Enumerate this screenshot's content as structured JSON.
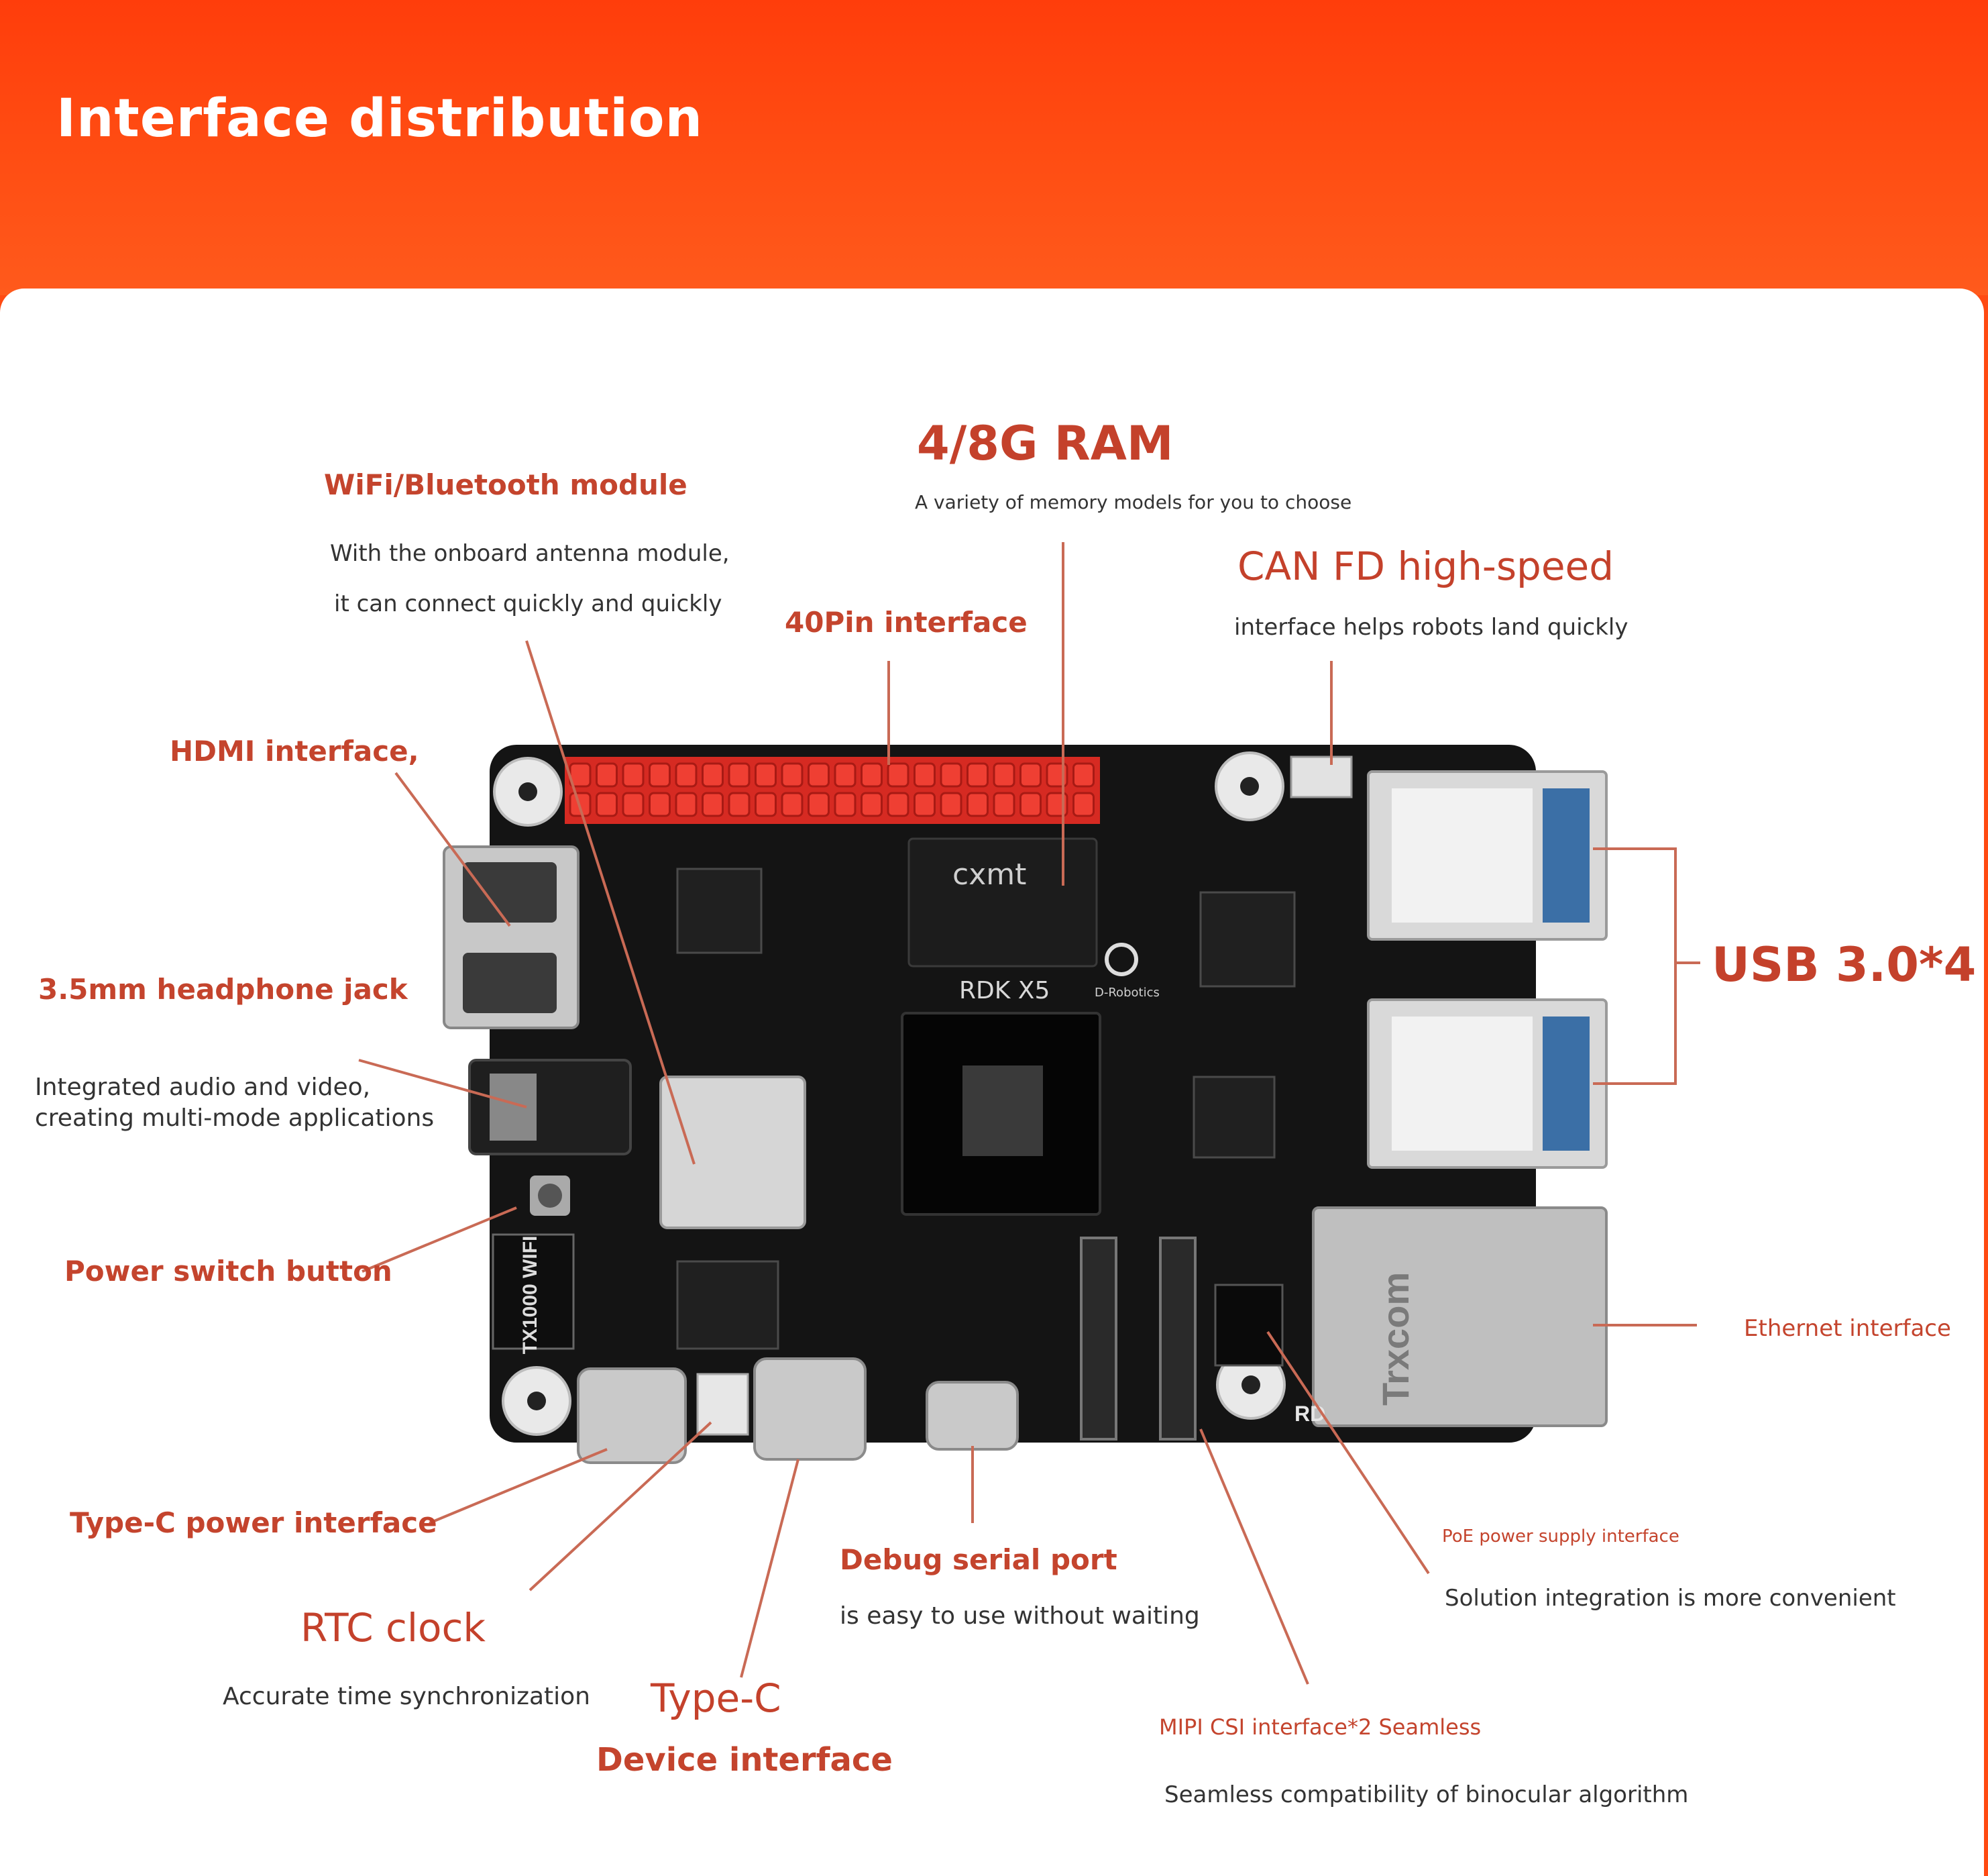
{
  "header": {
    "title": "Interface distribution"
  },
  "board": {
    "chip_brand": "cxmt",
    "board_name": "RDK X5",
    "logo_text": "D-Robotics",
    "wifi_label": "TX1000\nWIFI",
    "rj45_brand": "Trxcom",
    "corner_text": "RD"
  },
  "labels": {
    "ram_title": "4/8G RAM",
    "ram_desc": "A variety of memory models for you to choose",
    "wifi_title": "WiFi/Bluetooth module",
    "wifi_desc1": "With the onboard antenna module,",
    "wifi_desc2": "it can connect quickly and quickly",
    "pin40_title": "40Pin interface",
    "can_title": "CAN FD high-speed",
    "can_desc": "interface helps robots land quickly",
    "hdmi_title": "HDMI interface,",
    "audio_title": "3.5mm headphone jack",
    "audio_desc1": "Integrated audio and video,",
    "audio_desc2": "creating multi-mode applications",
    "power_btn_title": "Power switch button",
    "usb_title": "USB 3.0*4",
    "eth_title": "Ethernet interface",
    "typec_power_title": "Type-C power interface",
    "rtc_title": "RTC clock",
    "rtc_desc": "Accurate time synchronization",
    "typec_dev_title1": "Type-C",
    "typec_dev_title2": "Device interface",
    "debug_title": "Debug serial port",
    "debug_desc": "is easy to use without waiting",
    "poe_title": "PoE power supply interface",
    "poe_desc": "Solution integration is more convenient",
    "mipi_title": "MIPI CSI interface*2 Seamless",
    "mipi_desc": "Seamless compatibility of binocular algorithm"
  },
  "colors": {
    "banner": "#ff4a12",
    "label_red": "#c4442d",
    "leader": "#c96a55",
    "board": "#141414",
    "pins": "#e6332a"
  }
}
